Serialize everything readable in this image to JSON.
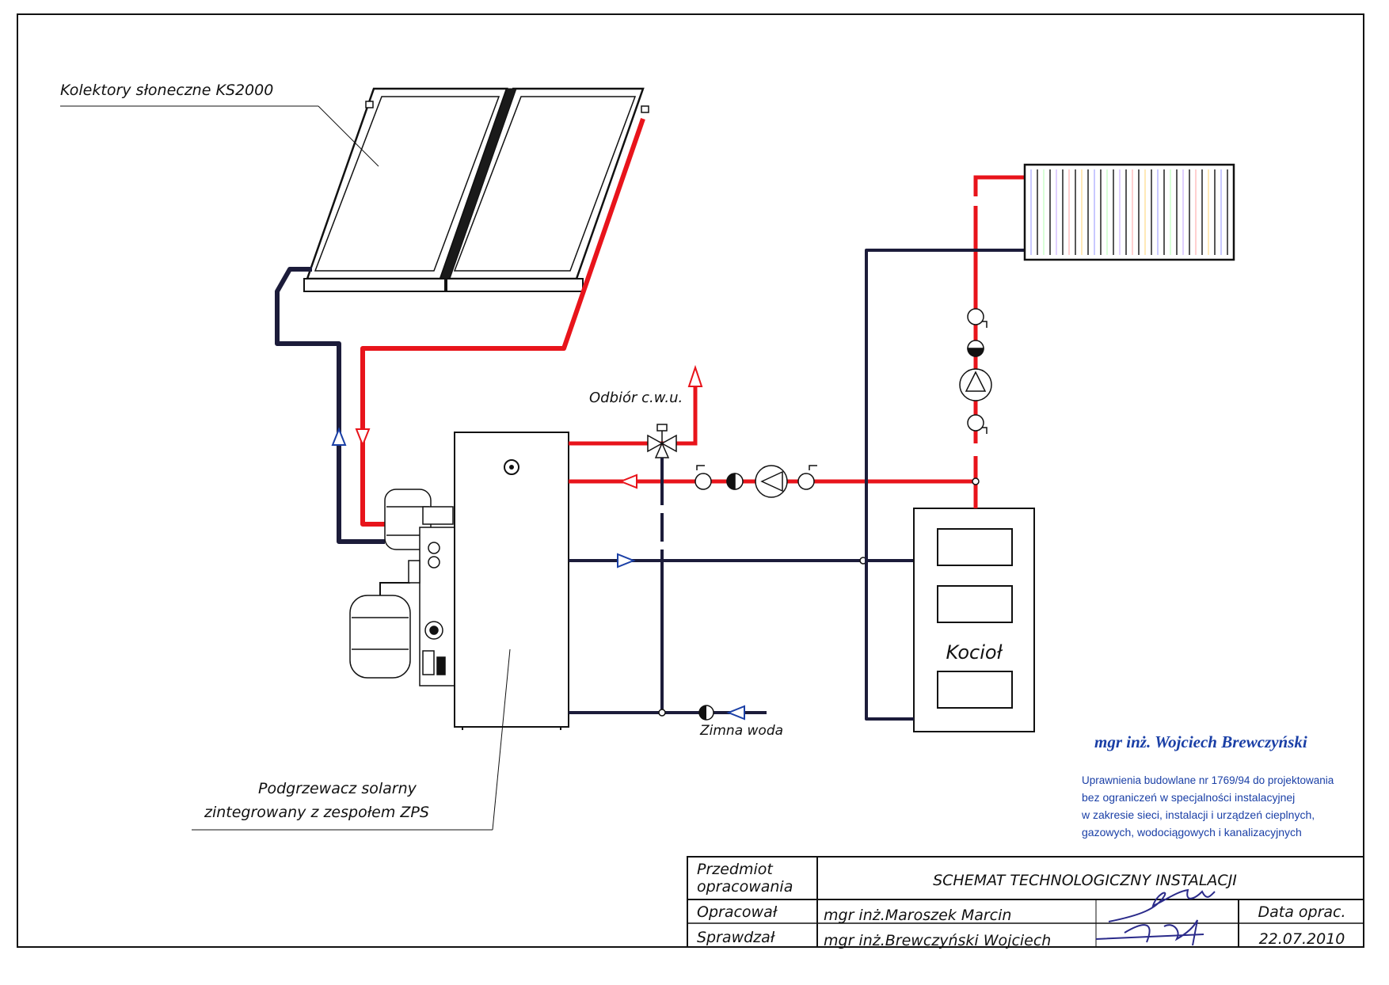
{
  "labels": {
    "collectors": "Kolektory słoneczne KS2000",
    "dhw": "Odbiór c.w.u.",
    "cold_water": "Zimna woda",
    "boiler": "Kocioł",
    "heater_line1": "Podgrzewacz solarny",
    "heater_line2": "zintegrowany z zespołem ZPS"
  },
  "stamp": {
    "name": "mgr inż. Wojciech Brewczyński",
    "lines": [
      "Uprawnienia budowlane nr 1769/94 do projektowania",
      "bez ograniczeń w specjalności instalacyjnej",
      "w zakresie sieci, instalacji i urządzeń cieplnych,",
      "gazowych, wodociągowych i kanalizacyjnych"
    ]
  },
  "title_block": {
    "subject_label_line1": "Przedmiot",
    "subject_label_line2": "opracowania",
    "subject": "SCHEMAT TECHNOLOGICZNY INSTALACJI",
    "prepared_label": "Opracował",
    "prepared_by": "mgr inż.Maroszek Marcin",
    "checked_label": "Sprawdzał",
    "checked_by": "mgr inż.Brewczyński Wojciech",
    "date_label": "Data oprac.",
    "date": "22.07.2010"
  },
  "colors": {
    "hot_pipe": "#e8141b",
    "cold_pipe": "#1c1c3a",
    "ink": "#111111",
    "stamp": "#1a3fa6"
  }
}
